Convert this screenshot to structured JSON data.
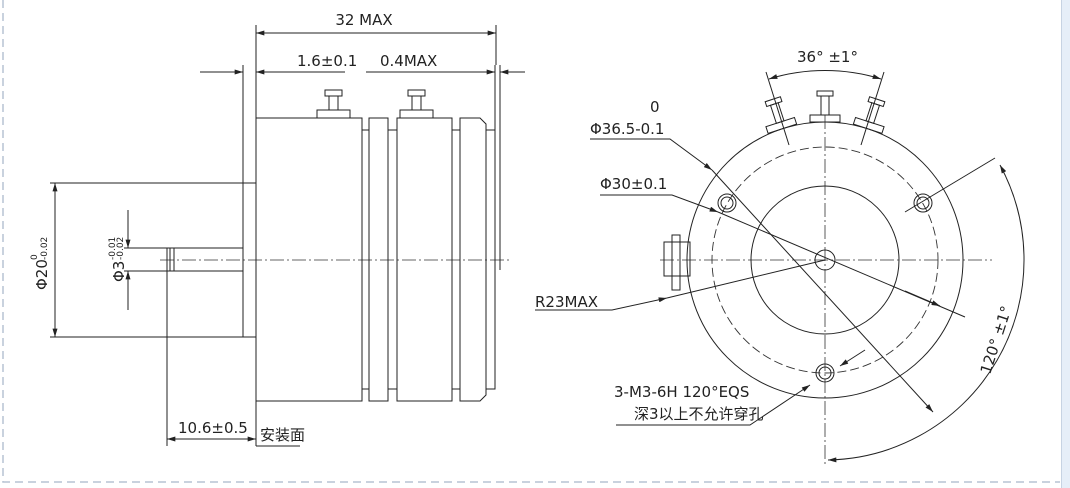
{
  "side_view": {
    "overall_length": "32 MAX",
    "flange_thickness": "1.6±0.1",
    "rear_gap": "0.4MAX",
    "body_diameter_main": "Φ20",
    "body_diameter_tol_upper": "0",
    "body_diameter_tol_lower": "-0.02",
    "shaft_diameter_main": "Φ3",
    "shaft_diameter_tol_upper": "-0.01",
    "shaft_diameter_tol_lower": "-0.02",
    "shaft_length": "10.6±0.5",
    "mounting_surface": "安装面"
  },
  "front_view": {
    "connector_angle": "36° ±1°",
    "outer_diameter_tol": "0",
    "outer_diameter": "Φ36.5-0.1",
    "pcd": "Φ30±0.1",
    "radius_max": "R23MAX",
    "holes_spec": "3-M3-6H 120°EQS",
    "holes_note": "深3以上不允许穿孔",
    "hole_angle": "120° ±1°"
  }
}
